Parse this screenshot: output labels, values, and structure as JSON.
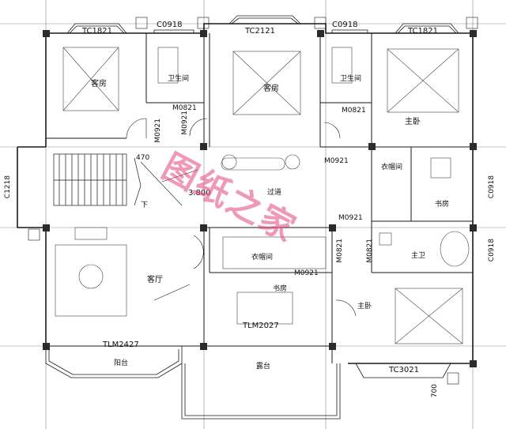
{
  "labels": {
    "tc1821_left": "TC1821",
    "c0918_top_left": "C0918",
    "tc2121": "TC2121",
    "c0918_top_right": "C0918",
    "tc1821_right": "TC1821",
    "guest_room_left": "客房",
    "bath_left": "卫生间",
    "guest_room_mid": "客房",
    "bath_right": "卫生间",
    "master_bed_top": "主卧",
    "m0821_left": "M0821",
    "m0821_right": "M0821",
    "m0921_v1": "M0921",
    "m0921_v2": "M0921",
    "m0921_hall": "M0921",
    "wardrobe_room": "衣帽间",
    "study_top": "书房",
    "c1218": "C1218",
    "c0918_side_top": "C0918",
    "elevation": "3.800",
    "corridor": "过道",
    "m0921_mid": "M0921",
    "down": "下",
    "wardrobe_mid": "衣帽间",
    "m0921_low": "M0921",
    "m0821_v": "M0821",
    "master_bath": "主卫",
    "c0918_side_bottom": "C0918",
    "living_room": "客厅",
    "study_bottom": "书房",
    "master_bed_bottom": "主卧",
    "tlm2027": "TLM2027",
    "tlm2427": "TLM2427",
    "balcony": "阳台",
    "terrace": "露台",
    "tc3021": "TC3021",
    "dim_700": "700",
    "dim_470": "470"
  },
  "watermark": "图纸之家",
  "colors": {
    "line": "#1a1a1a",
    "wall": "#2b2b2b",
    "grid": "#9a9a9a",
    "watermark": "#e04680"
  }
}
